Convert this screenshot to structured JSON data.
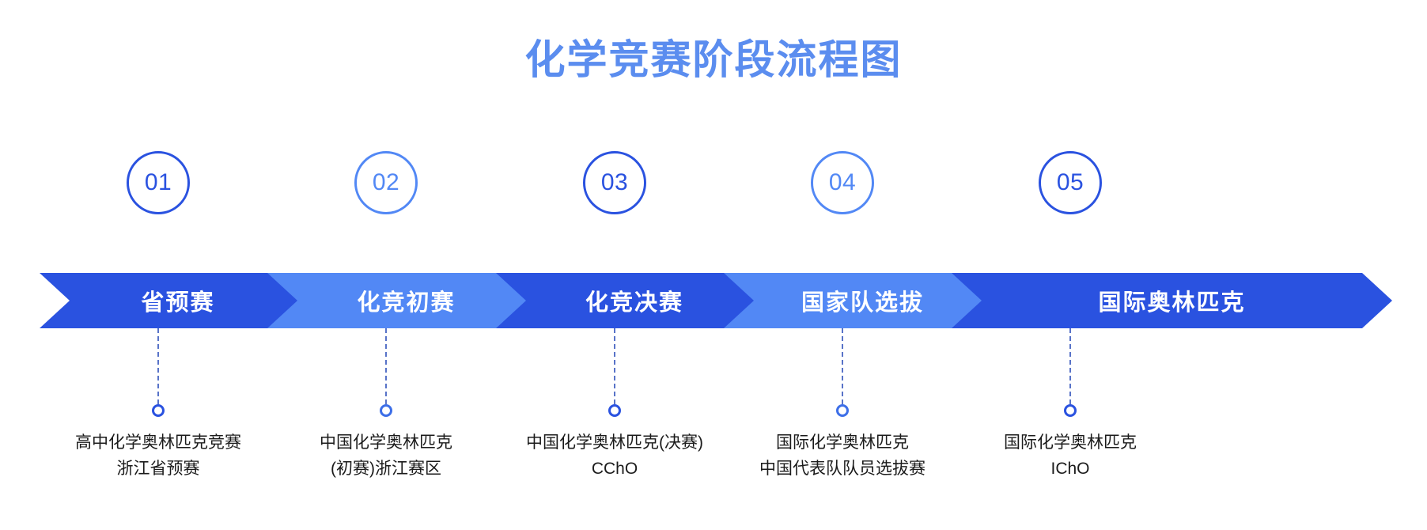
{
  "page": {
    "title": "化学竞赛阶段流程图",
    "background": "#ffffff",
    "title_color": "#5B8DEF"
  },
  "colors": {
    "dark_blue": "#2A52E0",
    "light_blue": "#5288F5",
    "caption_text": "#1b1b1b",
    "connector": "#3B5BBF"
  },
  "steps": [
    {
      "number": "01",
      "banner_label": "省预赛",
      "caption_line1": "高中化学奥林匹克竞赛",
      "caption_line2": "浙江省预赛",
      "tone": "dark"
    },
    {
      "number": "02",
      "banner_label": "化竞初赛",
      "caption_line1": "中国化学奥林匹克",
      "caption_line2": "(初赛)浙江赛区",
      "tone": "light"
    },
    {
      "number": "03",
      "banner_label": "化竞决赛",
      "caption_line1": "中国化学奥林匹克(决赛)",
      "caption_line2": "CChO",
      "tone": "dark"
    },
    {
      "number": "04",
      "banner_label": "国家队选拔",
      "caption_line1": "国际化学奥林匹克",
      "caption_line2": "中国代表队队员选拔赛",
      "tone": "light"
    },
    {
      "number": "05",
      "banner_label": "国际奥林匹克",
      "caption_line1": "国际化学奥林匹克",
      "caption_line2": "IChO",
      "tone": "dark"
    }
  ]
}
